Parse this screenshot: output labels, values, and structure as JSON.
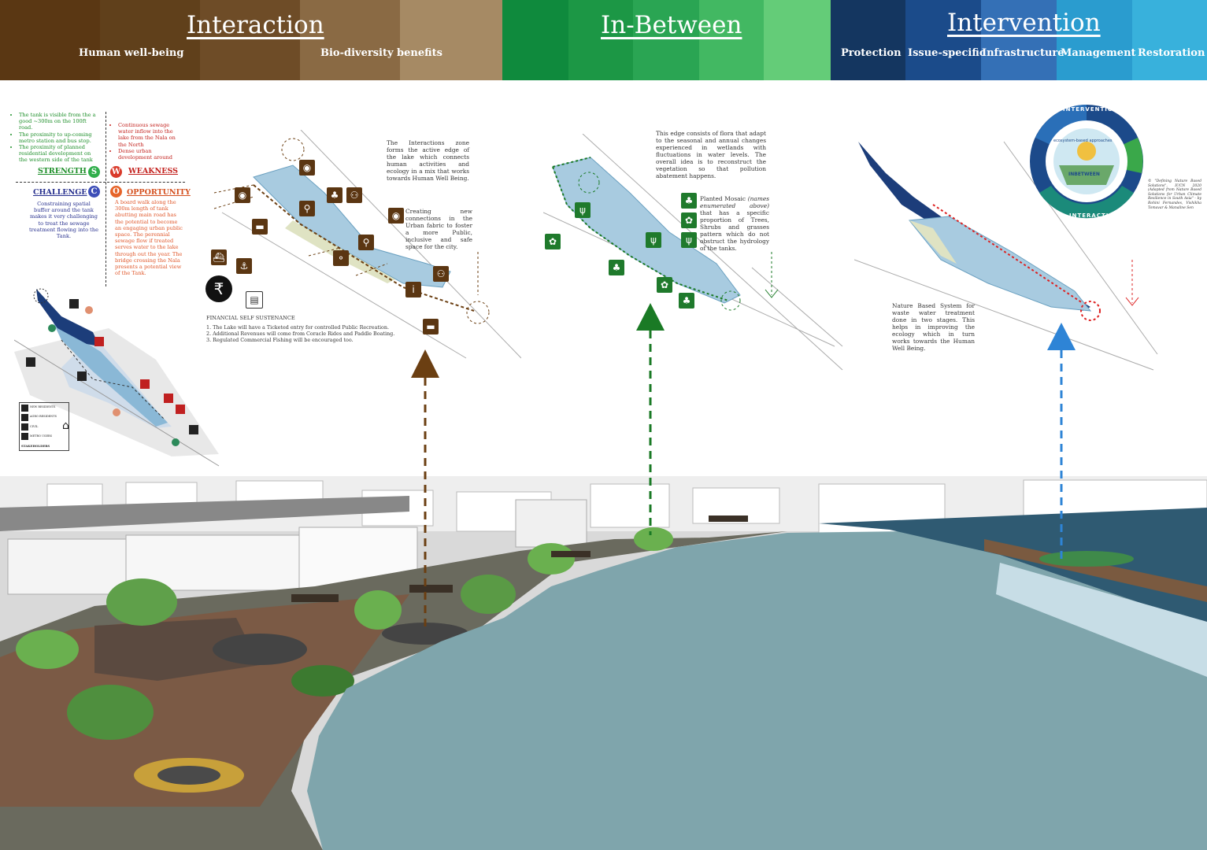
{
  "header": {
    "sections": [
      {
        "title": "Interaction",
        "subtitles": [
          "Human well-being",
          "Bio-diversity benefits"
        ]
      },
      {
        "title": "In-Between",
        "subtitles": []
      },
      {
        "title": "Intervention",
        "subtitles": [
          "Protection",
          "Issue-specific",
          "Infrastructure",
          "Management",
          "Restoration"
        ]
      }
    ],
    "colors": {
      "interaction": [
        "#5a3713",
        "#6b4722",
        "#86653f",
        "#a28660",
        "#b09470"
      ],
      "inbetween": [
        "#10823f",
        "#1e9445",
        "#2ea856",
        "#49bd63",
        "#66cf79"
      ],
      "intervention": [
        "#153864",
        "#1d4d8c",
        "#3773b8",
        "#2b9fd2",
        "#39b3dd"
      ]
    }
  },
  "swot": {
    "strength_points": [
      "The tank is visible from the a good ~300m on the 100ft road.",
      "The proximity to up-coming metro station and bus stop.",
      "The proximity of planned residential development on the western side of the tank"
    ],
    "weakness_points": [
      "Continuous sewage water inflow into the lake from the Nala on the North",
      "Dense urban development around"
    ],
    "challenge_text": "Constraining spatial buffer around the tank makes it very challenging to treat the sewage treatment flowing into the Tank.",
    "opportunity_text": "A board walk along the 300m length of tank abutting main road has the potential to become an engaging urban public space. The perennial sewage flow if treated serves water to the lake through out the year. The bridge crossing the Nala presents a potential view of the Tank.",
    "labels": {
      "strength": "STRENGTH",
      "weakness": "WEAKNESS",
      "challenge": "CHALLENGE",
      "opportunity": "OPPORTUNITY"
    },
    "letters": {
      "s": "S",
      "w": "W",
      "c": "C",
      "o": "O"
    }
  },
  "stakeholder_legend": {
    "items": [
      "NEW RESIDENTS",
      "AGRO RESIDENTS",
      "CIVIL",
      "METRO USERS"
    ],
    "title": "STAKEHOLDERS"
  },
  "interaction_panel": {
    "description": "The Interactions zone forms the active edge of the lake which connects human activities and ecology in a mix that works towards Human Well Being.",
    "callout": "Creating new connections in the Urban fabric to foster a more Public, inclusive and safe space for the city.",
    "finance_title": "FINANCIAL SELF SUSTENANCE",
    "finance_items": [
      "1.  The Lake will have a Ticketed entry for controlled Public Recreation.",
      "2.  Additional Revenues will come from Coracle Rides and Paddle Boating.",
      "3.  Regulated Commercial Fishing will be encouraged too."
    ],
    "rupee_symbol": "₹"
  },
  "inbetween_panel": {
    "description": "This edge consists of flora that adapt to the seasonal and annual changes experienced in wetlands with fluctuations in water levels. The overall idea is to reconstruct the vegetation so that pollution abatement happens.",
    "callout_prefix": "Planted Mosaic ",
    "callout_italic": "(names enumerated above)",
    "callout_suffix": " that has a specific proportion of Trees, Shrubs and grasses pattern which do not obstruct the hydrology of the tanks."
  },
  "intervention_panel": {
    "description": "Nature Based System for waste water treatment done in two stages. This helps in improving the ecology which in turn works towards the Human Well Being.",
    "wheel_labels": {
      "top": "INTERVENTION",
      "middle": "INBETWEEN",
      "bottom": "INTERACTION",
      "inner": "ecosystem-based approaches"
    },
    "credit": "© \"Defining Nature Based Solutions\", IUCN 2020 (Adapted from Nature Based Solutions for Urban Climate Resilience in South Asia\" - by Rohini Fernandes, Vishikha Tomavar & Manaline Sen"
  },
  "arrows": {
    "interaction_color": "#6b3f12",
    "inbetween_color": "#1a7a25",
    "intervention_color": "#2e84d6"
  }
}
